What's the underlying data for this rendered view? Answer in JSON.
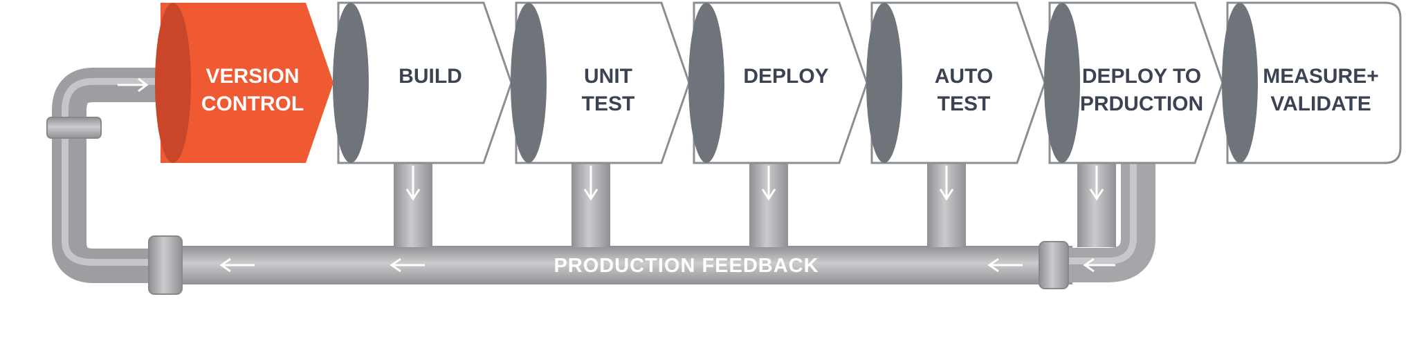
{
  "stages": [
    {
      "line1": "VERSION",
      "line2": "CONTROL",
      "active": true
    },
    {
      "line1": "BUILD",
      "line2": ""
    },
    {
      "line1": "UNIT",
      "line2": "TEST"
    },
    {
      "line1": "DEPLOY",
      "line2": ""
    },
    {
      "line1": "AUTO",
      "line2": "TEST"
    },
    {
      "line1": "DEPLOY TO",
      "line2": "PRDUCTION"
    },
    {
      "line1": "MEASURE+",
      "line2": "VALIDATE"
    }
  ],
  "feedback": {
    "label": "PRODUCTION FEEDBACK"
  },
  "colors": {
    "active": "#F05A33",
    "active_dark": "#C9462A",
    "stage_fill": "#FFFFFF",
    "stage_stroke": "#8A8E94",
    "stage_cap": "#6F747B",
    "text": "#3B4252",
    "pipe": "#A8AAAD",
    "pipe_dark": "#8E9093",
    "pipe_light": "#C9CBCD",
    "feedback_text": "#FFFFFF"
  }
}
